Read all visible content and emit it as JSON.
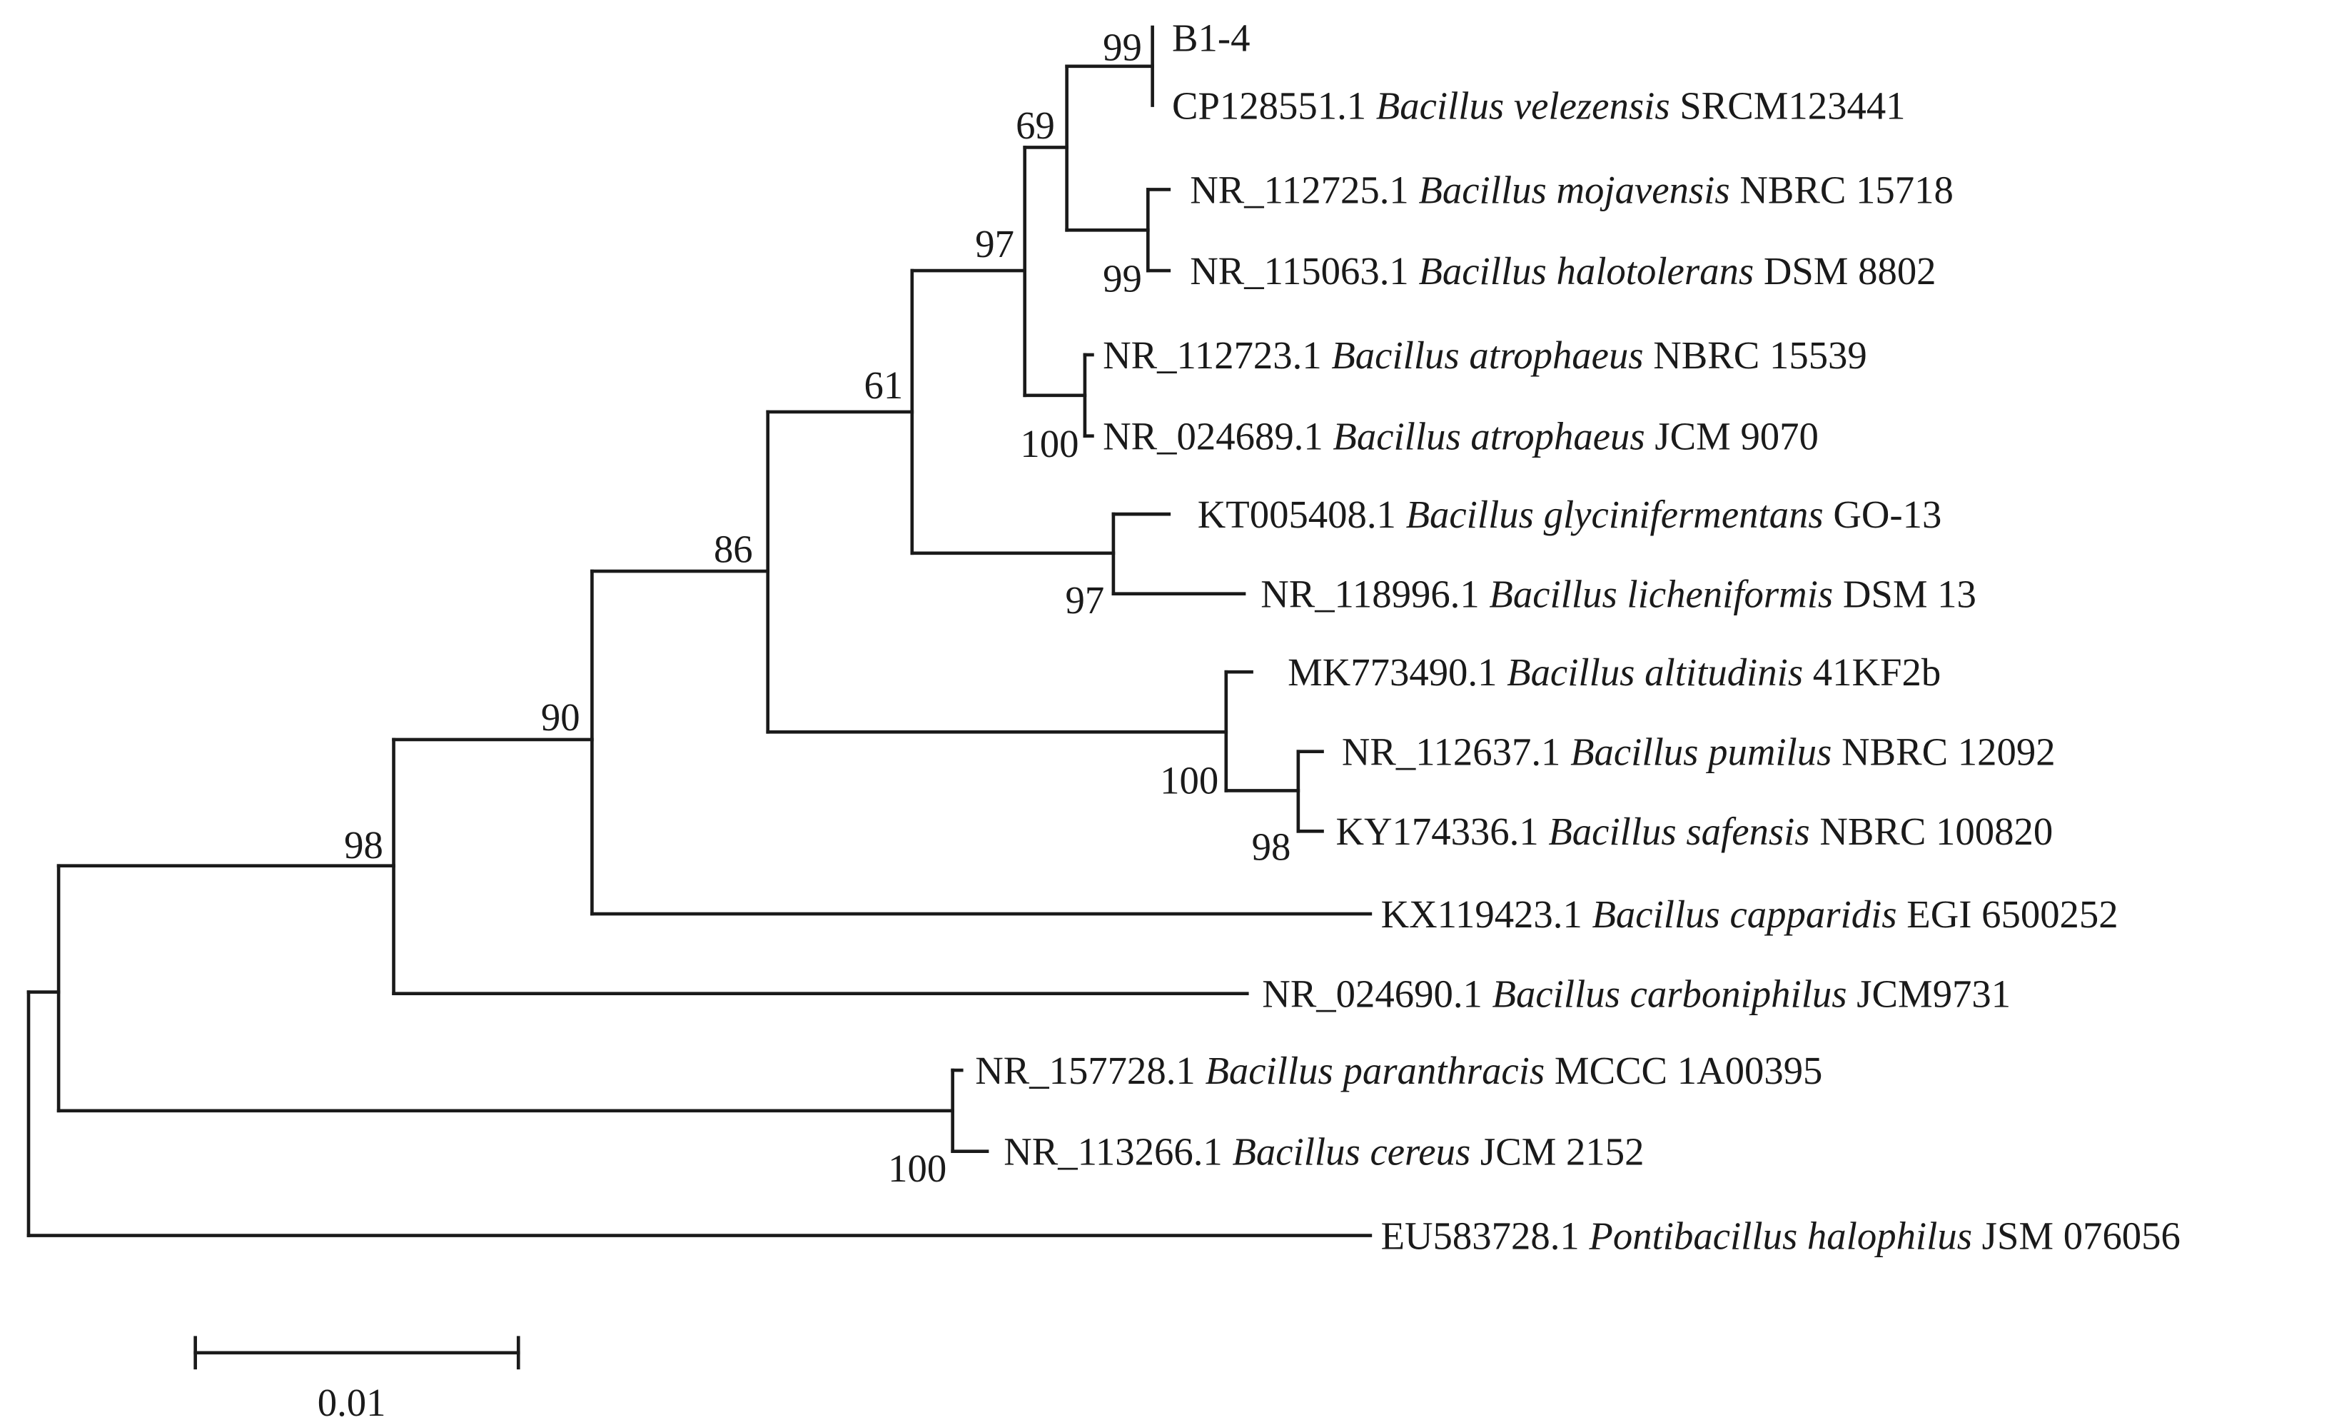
{
  "tree": {
    "leaves": [
      {
        "id": "b14",
        "accession": "B1-4",
        "species": "",
        "strain": ""
      },
      {
        "id": "velezensis",
        "accession": "CP128551.1",
        "species": "Bacillus velezensis",
        "strain": "SRCM123441"
      },
      {
        "id": "mojavensis",
        "accession": "NR_112725.1",
        "species": "Bacillus mojavensis",
        "strain": "NBRC 15718"
      },
      {
        "id": "halotolerans",
        "accession": "NR_115063.1",
        "species": "Bacillus halotolerans",
        "strain": "DSM 8802"
      },
      {
        "id": "atrophaeus1",
        "accession": "NR_112723.1",
        "species": "Bacillus atrophaeus",
        "strain": "NBRC 15539"
      },
      {
        "id": "atrophaeus2",
        "accession": "NR_024689.1",
        "species": "Bacillus atrophaeus",
        "strain": "JCM 9070"
      },
      {
        "id": "glycinifermentans",
        "accession": "KT005408.1",
        "species": "Bacillus glycinifermentans",
        "strain": "GO-13"
      },
      {
        "id": "licheniformis",
        "accession": "NR_118996.1",
        "species": "Bacillus licheniformis",
        "strain": "DSM 13"
      },
      {
        "id": "altitudinis",
        "accession": "MK773490.1",
        "species": "Bacillus altitudinis",
        "strain": "41KF2b"
      },
      {
        "id": "pumilus",
        "accession": "NR_112637.1",
        "species": "Bacillus pumilus",
        "strain": "NBRC 12092"
      },
      {
        "id": "safensis",
        "accession": "KY174336.1",
        "species": "Bacillus safensis",
        "strain": "NBRC 100820"
      },
      {
        "id": "capparidis",
        "accession": "KX119423.1",
        "species": "Bacillus capparidis",
        "strain": "EGI 6500252"
      },
      {
        "id": "carboniphilus",
        "accession": "NR_024690.1",
        "species": "Bacillus carboniphilus",
        "strain": "JCM9731"
      },
      {
        "id": "paranthracis",
        "accession": "NR_157728.1",
        "species": "Bacillus paranthracis",
        "strain": "MCCC 1A00395"
      },
      {
        "id": "cereus",
        "accession": "NR_113266.1",
        "species": "Bacillus cereus",
        "strain": "JCM 2152"
      },
      {
        "id": "halophilus",
        "accession": "EU583728.1",
        "species": "Pontibacillus halophilus",
        "strain": "JSM 076056"
      }
    ],
    "bootstrap": {
      "A": "99",
      "B": "99",
      "C": "69",
      "D": "100",
      "E": "97",
      "F": "97",
      "G": "61",
      "H": "98",
      "I": "100",
      "J": "86",
      "K": "90",
      "L": "98",
      "M": "100"
    },
    "scale_bar": {
      "label": "0.01",
      "value": 0.01
    }
  }
}
